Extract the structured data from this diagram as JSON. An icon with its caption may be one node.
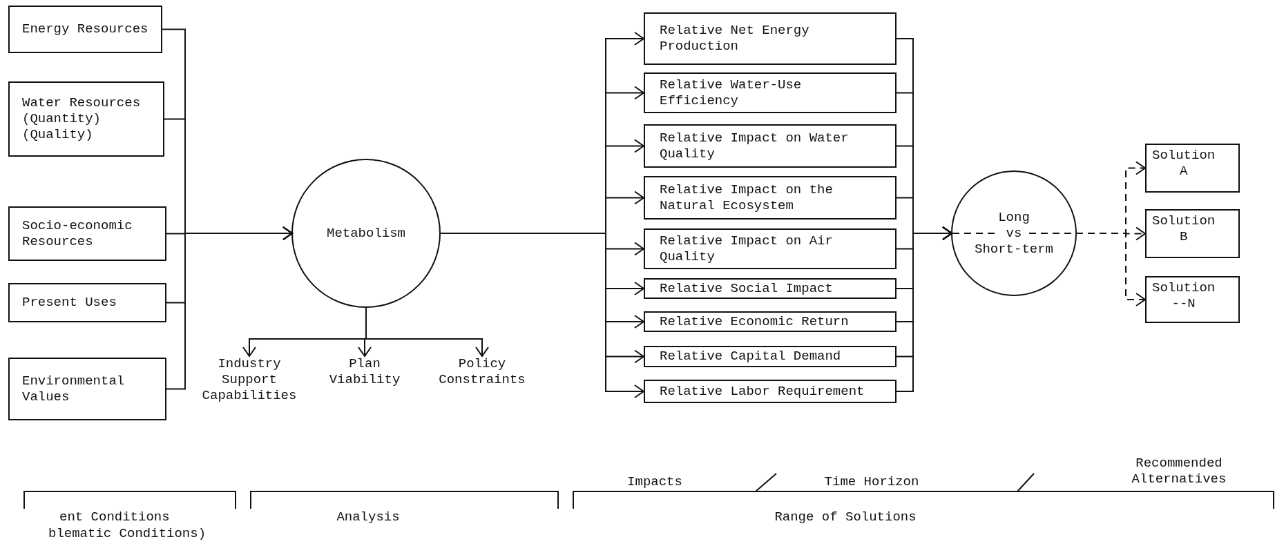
{
  "diagram": {
    "nodes": [
      {
        "text": [
          "Energy Resources"
        ]
      },
      {
        "text": [
          "Water Resources (Quantity) (Quality)"
        ]
      },
      {
        "text": [
          "Socio-economic Resources"
        ]
      },
      {
        "text": [
          "Present Uses"
        ]
      },
      {
        "text": [
          "Environmental Values"
        ]
      },
      {
        "text": [
          "Metabolism"
        ]
      },
      {
        "text": [
          "Industry Support Capabilities"
        ]
      },
      {
        "text": [
          "Plan Viability"
        ]
      },
      {
        "text": [
          "Policy Constraints"
        ]
      },
      {
        "text": [
          "Relative Net Energy Production"
        ]
      },
      {
        "text": [
          "Relative Water-Use Efficiency"
        ]
      },
      {
        "text": [
          "Relative Impact on Water Quality"
        ]
      },
      {
        "text": [
          "Relative Impact on the Natural Ecosystem"
        ]
      },
      {
        "text": [
          "Relative Impact on Air Quality"
        ]
      },
      {
        "text": [
          "Relative Social Impact"
        ]
      },
      {
        "text": [
          "Relative Economic Return"
        ]
      },
      {
        "text": [
          "Relative Capital Demand"
        ]
      },
      {
        "text": [
          "Relative Labor Requirement"
        ]
      },
      {
        "text": [
          "Long vs Short-term"
        ]
      },
      {
        "text": [
          "Solution A"
        ]
      },
      {
        "text": [
          "Solution B"
        ]
      },
      {
        "text": [
          "Solution --N"
        ]
      }
    ],
    "edges": [
      {
        "from": 0,
        "to": 5,
        "arrow": "to"
      },
      {
        "from": 1,
        "to": 5,
        "arrow": "to"
      },
      {
        "from": 2,
        "to": 5,
        "arrow": "to"
      },
      {
        "from": 3,
        "to": 5,
        "arrow": "to"
      },
      {
        "from": 4,
        "to": 5,
        "arrow": "to"
      },
      {
        "from": 5,
        "to": 6,
        "arrow": "to"
      },
      {
        "from": 5,
        "to": 7,
        "arrow": "to"
      },
      {
        "from": 5,
        "to": 8,
        "arrow": "to"
      },
      {
        "from": 5,
        "to": 9,
        "arrow": "to"
      },
      {
        "from": 5,
        "to": 10,
        "arrow": "to"
      },
      {
        "from": 5,
        "to": 11,
        "arrow": "to"
      },
      {
        "from": 5,
        "to": 12,
        "arrow": "to"
      },
      {
        "from": 5,
        "to": 13,
        "arrow": "to"
      },
      {
        "from": 5,
        "to": 14,
        "arrow": "to"
      },
      {
        "from": 5,
        "to": 15,
        "arrow": "to"
      },
      {
        "from": 5,
        "to": 16,
        "arrow": "to"
      },
      {
        "from": 5,
        "to": 17,
        "arrow": "to"
      },
      {
        "from": 9,
        "to": 18,
        "arrow": "to"
      },
      {
        "from": 10,
        "to": 18,
        "arrow": "to"
      },
      {
        "from": 11,
        "to": 18,
        "arrow": "to"
      },
      {
        "from": 12,
        "to": 18,
        "arrow": "to"
      },
      {
        "from": 13,
        "to": 18,
        "arrow": "to"
      },
      {
        "from": 14,
        "to": 18,
        "arrow": "to"
      },
      {
        "from": 15,
        "to": 18,
        "arrow": "to"
      },
      {
        "from": 16,
        "to": 18,
        "arrow": "to"
      },
      {
        "from": 17,
        "to": 18,
        "arrow": "to"
      },
      {
        "from": 18,
        "to": 19,
        "arrow": "to",
        "style": "dashed"
      },
      {
        "from": 18,
        "to": 20,
        "arrow": "to",
        "style": "dashed"
      },
      {
        "from": 18,
        "to": 21,
        "arrow": "to",
        "style": "dashed"
      }
    ],
    "labels": [
      "Impacts",
      "Time Horizon",
      "Recommended Alternatives",
      "ent Conditions",
      "blematic Conditions)",
      "Analysis",
      "Range of Solutions"
    ]
  }
}
